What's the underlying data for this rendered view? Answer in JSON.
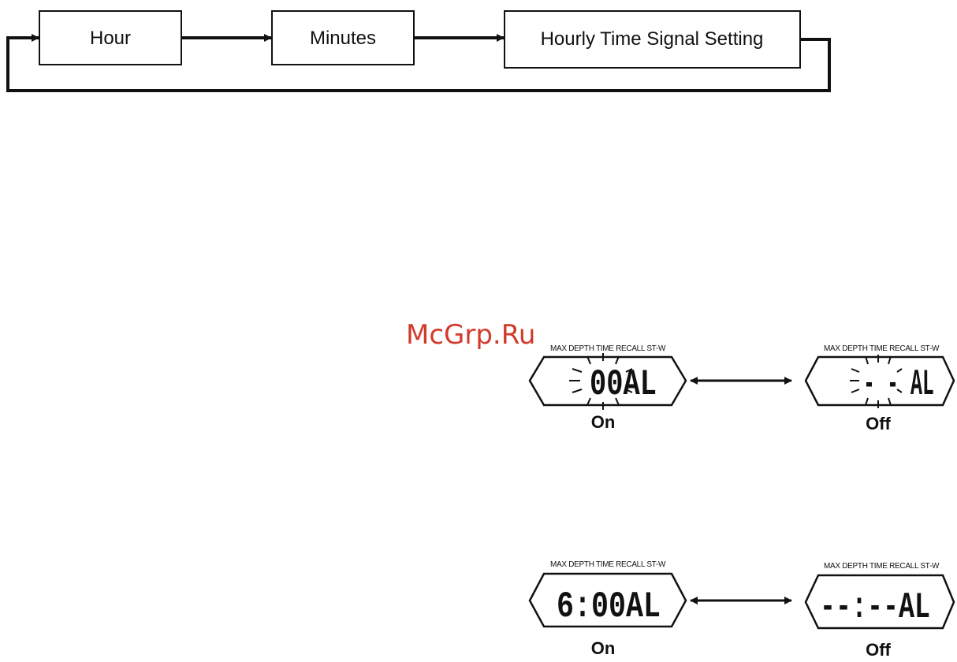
{
  "flow": {
    "boxes": [
      "Hour",
      "Minutes",
      "Hourly Time Signal Setting"
    ]
  },
  "watermark": "McGrp.Ru",
  "displays": {
    "indicators": "MAX  DEPTH TIME RECALL  ST-W",
    "hourly_on": {
      "digits": "00AL",
      "label": "On"
    },
    "hourly_off": {
      "digits": "- - AL",
      "label": "Off"
    },
    "alarm_on": {
      "digits": "6:00AL",
      "label": "On"
    },
    "alarm_off": {
      "digits": "--:--AL",
      "label": "Off"
    }
  }
}
